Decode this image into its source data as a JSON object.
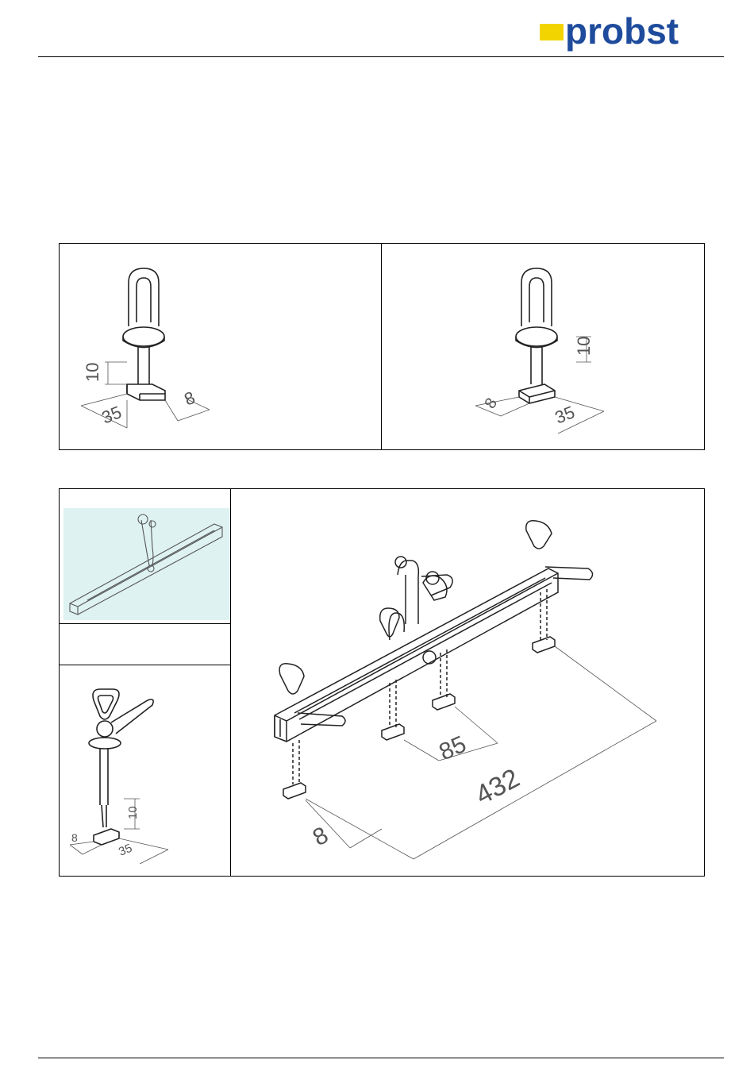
{
  "header": {
    "logo_text": "probst",
    "logo_colors": {
      "mark": "#f2d400",
      "text": "#1e4b9c"
    }
  },
  "figure1": {
    "left": {
      "dims": {
        "height": "10",
        "length": "35",
        "width": "8"
      }
    },
    "right": {
      "dims": {
        "height": "10",
        "length": "35",
        "width": "8"
      }
    }
  },
  "figure2": {
    "pin_inset": {
      "dims": {
        "height": "10",
        "length": "35",
        "width": "8"
      }
    },
    "main": {
      "dims": {
        "spacing": "85",
        "overall": "432",
        "width": "8"
      }
    }
  },
  "colors": {
    "photo_background": "#dff2f2",
    "dimension_text": "#555555"
  }
}
